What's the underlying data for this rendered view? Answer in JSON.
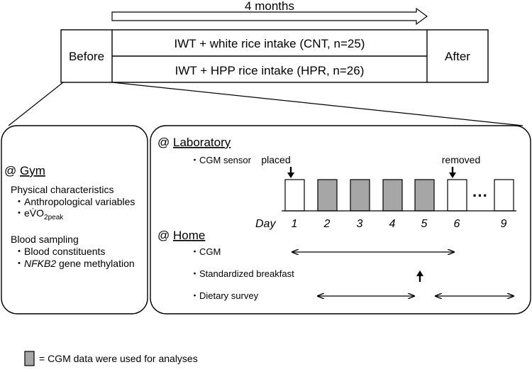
{
  "timeline": {
    "duration_label": "4 months",
    "before_label": "Before",
    "after_label": "After",
    "group1_label": "IWT + white rice intake (CNT, n=25)",
    "group2_label": "IWT + HPP rice intake (HPR, n=26)"
  },
  "gym": {
    "title_prefix": "@ ",
    "title": "Gym",
    "physical_heading": "Physical characteristics",
    "physical_items": [
      "・Anthropological variables",
      "・e"
    ],
    "vo2_main": "V̇O",
    "vo2_sub": "2peak",
    "blood_heading": "Blood sampling",
    "blood_item1": "・Blood constituents",
    "blood_item2_bullet": "・",
    "blood_item2_gene": "NFKB2",
    "blood_item2_rest": " gene methylation"
  },
  "laboratory": {
    "title_prefix": "@ ",
    "title": "Laboratory",
    "sensor_label": "・CGM sensor",
    "placed_label": "placed",
    "removed_label": "removed",
    "ellipsis": "···",
    "day_label": "Day",
    "days": [
      "1",
      "2",
      "3",
      "4",
      "5",
      "6",
      "9"
    ],
    "box_used": [
      false,
      true,
      true,
      true,
      true,
      false,
      false
    ]
  },
  "home": {
    "title_prefix": "@ ",
    "title": "Home",
    "cgm_label": "・CGM",
    "breakfast_label": "・Standardized breakfast",
    "survey_label": "・Dietary survey"
  },
  "legend": {
    "text": "= CGM data were used for analyses"
  },
  "colors": {
    "used_fill": "#a6a6a6",
    "unused_fill": "#ffffff",
    "stroke": "#000000"
  }
}
